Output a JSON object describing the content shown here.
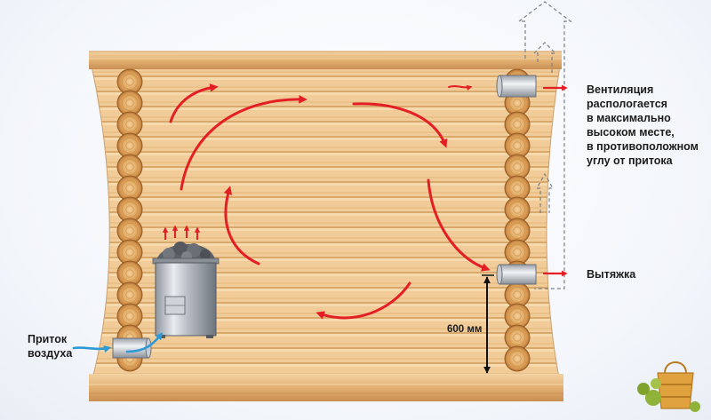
{
  "labels": {
    "ventilation_lines": [
      "Вентиляция",
      "распологается",
      "в максимально",
      "высоком месте,",
      "в противоположном",
      "углу от притока"
    ],
    "exhaust": "Вытяжка",
    "intake_lines": [
      "Приток",
      "воздуха"
    ],
    "height_dimension": "600 мм"
  },
  "colors": {
    "airflow_arrow": "#e31e24",
    "intake_arrow": "#2d9ad6",
    "wood_light": "#f0c893",
    "wood_dark": "#c98f52",
    "dimension_line": "#111111"
  },
  "icons": [
    "stove-icon",
    "logo-icon",
    "airflow-arrow-icon"
  ]
}
